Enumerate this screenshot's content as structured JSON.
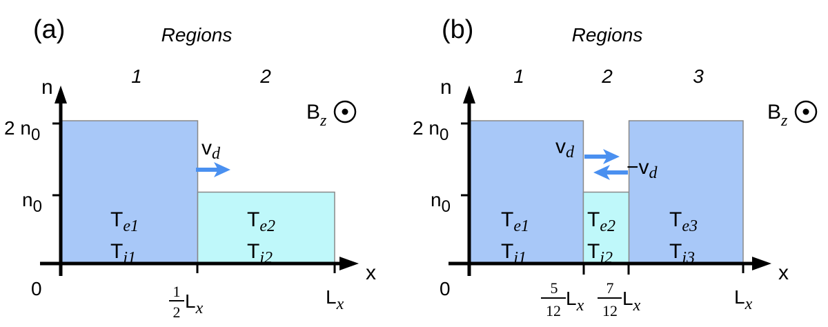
{
  "figure": {
    "panels": [
      {
        "id": "a",
        "label": "(a)",
        "regions_title": "Regions",
        "region_numbers": [
          "1",
          "2"
        ],
        "y_axis_label": "n",
        "x_axis_label": "x",
        "origin_label": "0",
        "y_ticks": [
          {
            "main": "2 n",
            "sub": "0",
            "value_n0": 2
          },
          {
            "main": "n",
            "sub": "0",
            "value_n0": 1
          }
        ],
        "x_ticks": [
          {
            "numerator": "1",
            "denominator": "2",
            "main": "L",
            "sub": "x",
            "value_Lx": 0.5
          },
          {
            "numerator": "",
            "denominator": "",
            "main": "L",
            "sub": "x",
            "value_Lx": 1.0
          }
        ],
        "regions": [
          {
            "x_start_Lx": 0,
            "x_end_Lx": 0.5,
            "density_n0": 2,
            "color": "#a8c8f8",
            "Te": {
              "main": "T",
              "sub": "e1"
            },
            "Ti": {
              "main": "T",
              "sub": "i1"
            }
          },
          {
            "x_start_Lx": 0.5,
            "x_end_Lx": 1.0,
            "density_n0": 1,
            "color": "#bff8fa",
            "Te": {
              "main": "T",
              "sub": "e2"
            },
            "Ti": {
              "main": "T",
              "sub": "i2"
            }
          }
        ],
        "drift_arrows": [
          {
            "direction": "right",
            "label_main": "v",
            "label_sub": "d",
            "color": "#4a90f0"
          }
        ],
        "field": {
          "main": "B",
          "sub": "z",
          "symbol": "out-of-page"
        }
      },
      {
        "id": "b",
        "label": "(b)",
        "regions_title": "Regions",
        "region_numbers": [
          "1",
          "2",
          "3"
        ],
        "y_axis_label": "n",
        "x_axis_label": "x",
        "origin_label": "0",
        "y_ticks": [
          {
            "main": "2 n",
            "sub": "0",
            "value_n0": 2
          },
          {
            "main": "n",
            "sub": "0",
            "value_n0": 1
          }
        ],
        "x_ticks": [
          {
            "numerator": "5",
            "denominator": "12",
            "main": "L",
            "sub": "x",
            "value_Lx": 0.4167
          },
          {
            "numerator": "7",
            "denominator": "12",
            "main": "L",
            "sub": "x",
            "value_Lx": 0.5833
          },
          {
            "numerator": "",
            "denominator": "",
            "main": "L",
            "sub": "x",
            "value_Lx": 1.0
          }
        ],
        "regions": [
          {
            "x_start_Lx": 0,
            "x_end_Lx": 0.4167,
            "density_n0": 2,
            "color": "#a8c8f8",
            "Te": {
              "main": "T",
              "sub": "e1"
            },
            "Ti": {
              "main": "T",
              "sub": "i1"
            }
          },
          {
            "x_start_Lx": 0.4167,
            "x_end_Lx": 0.5833,
            "density_n0": 1,
            "color": "#bff8fa",
            "Te": {
              "main": "T",
              "sub": "e2"
            },
            "Ti": {
              "main": "T",
              "sub": "i2"
            }
          },
          {
            "x_start_Lx": 0.5833,
            "x_end_Lx": 1.0,
            "density_n0": 2,
            "color": "#a8c8f8",
            "Te": {
              "main": "T",
              "sub": "e3"
            },
            "Ti": {
              "main": "T",
              "sub": "i3"
            }
          }
        ],
        "drift_arrows": [
          {
            "direction": "right",
            "label_main": "v",
            "label_sub": "d",
            "color": "#4a90f0"
          },
          {
            "direction": "left",
            "label_main": "−v",
            "label_sub": "d",
            "color": "#4a90f0"
          }
        ],
        "field": {
          "main": "B",
          "sub": "z",
          "symbol": "out-of-page"
        }
      }
    ]
  }
}
